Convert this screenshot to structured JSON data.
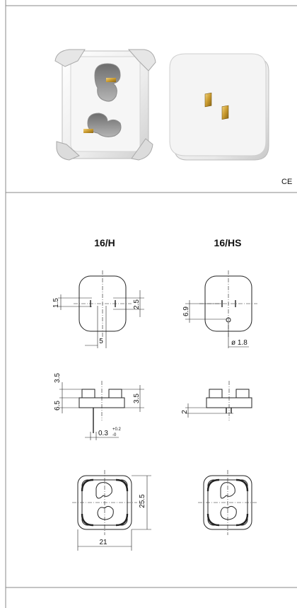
{
  "certification_mark": "CE",
  "columns": {
    "left": {
      "title": "16/H"
    },
    "right": {
      "title": "16/HS"
    }
  },
  "dimensions": {
    "left_top_a": "1.5",
    "left_top_b": "2.5",
    "left_top_c": "5",
    "right_top_a": "6.9",
    "right_top_b": "ø 1.8",
    "left_side_a": "3.5",
    "left_side_b": "6.5",
    "left_side_c": "3.5",
    "left_side_d": "0.3",
    "left_side_d_tol_plus": "+0.2",
    "left_side_d_tol_minus": "-0",
    "right_side_a": "2",
    "left_bottom_h": "25.5",
    "left_bottom_w": "21"
  }
}
